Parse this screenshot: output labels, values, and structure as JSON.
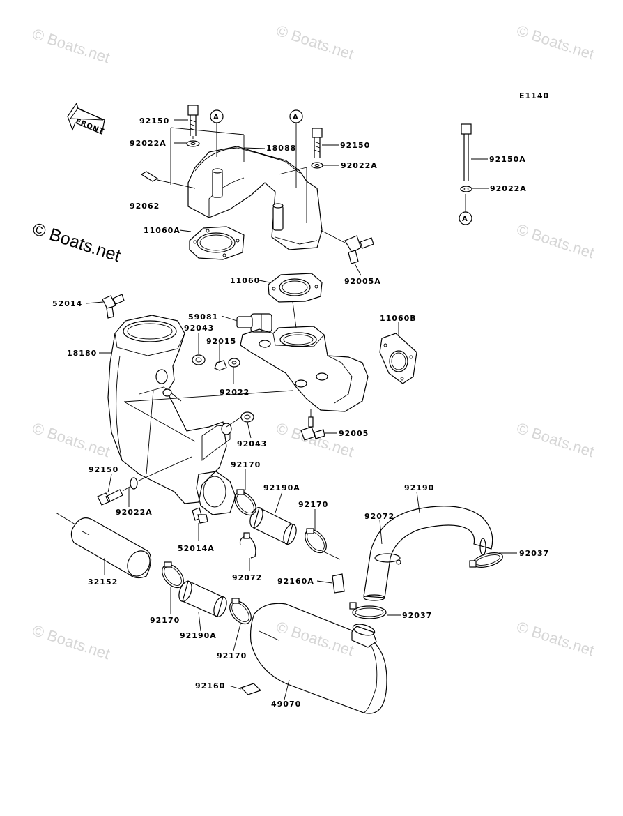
{
  "diagram_id": "E1140",
  "front_label": "FRONT",
  "ref_marker": "A",
  "watermark": "© Boats.net",
  "parts": {
    "p92150_top": "92150",
    "p92022A_top": "92022A",
    "p92062": "92062",
    "p18088": "18088",
    "p92150_mid": "92150",
    "p92022A_mid": "92022A",
    "p92150A": "92150A",
    "p92022A_right": "92022A",
    "p11060A": "11060A",
    "p92005A": "92005A",
    "p11060": "11060",
    "p52014": "52014",
    "p59081": "59081",
    "p11060B": "11060B",
    "p92043_top": "92043",
    "p92015": "92015",
    "p18180": "18180",
    "p92022": "92022",
    "p92005": "92005",
    "p92043_bot": "92043",
    "p92150_low": "92150",
    "p92170_a": "92170",
    "p92190A_a": "92190A",
    "p92170_b": "92170",
    "p92190": "92190",
    "p92022A_low": "92022A",
    "p92072_a": "92072",
    "p92037_a": "92037",
    "p52014A": "52014A",
    "p32152": "32152",
    "p92072_b": "92072",
    "p92160A": "92160A",
    "p92170_c": "92170",
    "p92037_b": "92037",
    "p92190A_b": "92190A",
    "p92170_d": "92170",
    "p92160": "92160",
    "p49070": "49070"
  }
}
